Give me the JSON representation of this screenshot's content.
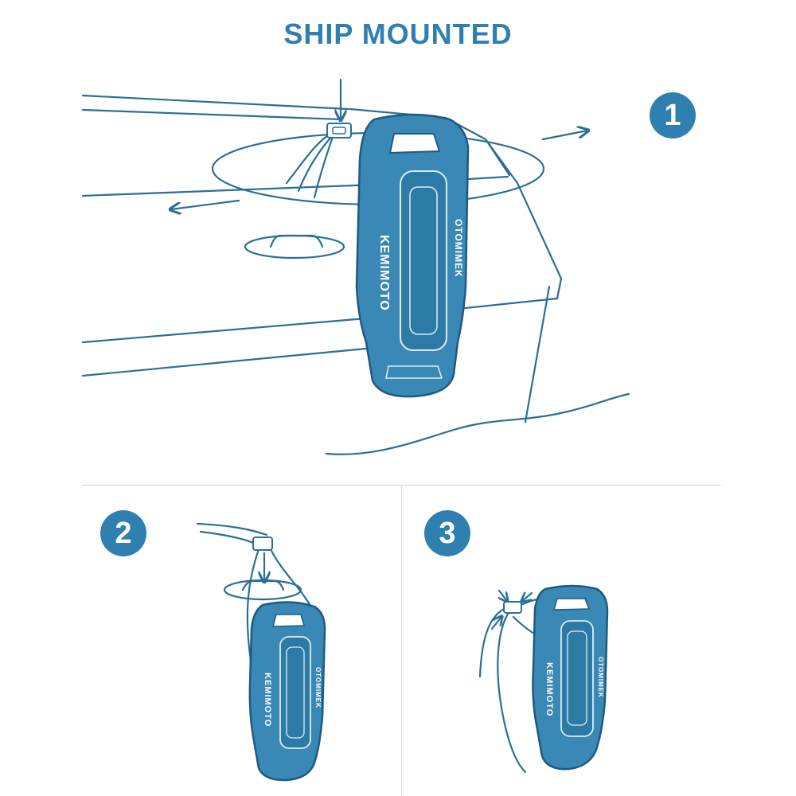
{
  "title": "SHIP MOUNTED",
  "colors": {
    "accent": "#2f80b0",
    "fender": "#3a88b5",
    "line": "#2a6f98",
    "divider": "#d9d9d9",
    "background": "#ffffff"
  },
  "steps": [
    {
      "number": "1"
    },
    {
      "number": "2"
    },
    {
      "number": "3"
    }
  ],
  "brand": "KEMIMOTO",
  "brand_mirror": "OTOMIMEK"
}
